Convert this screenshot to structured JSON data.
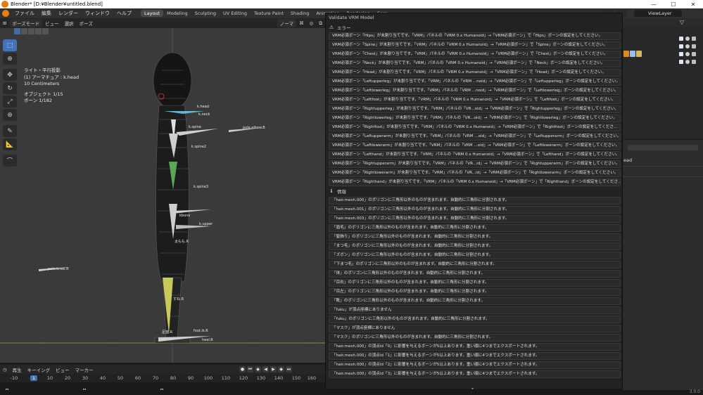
{
  "window": {
    "title": "Blender* [D:¥Blender¥untitled.blend]",
    "controls": [
      "—",
      "☐",
      "✕"
    ]
  },
  "menubar": {
    "menus": [
      "ファイル",
      "編集",
      "レンダー",
      "ウィンドウ",
      "ヘルプ"
    ],
    "workspaces": [
      "Layout",
      "Modeling",
      "Sculpting",
      "UV Editing",
      "Texture Paint",
      "Shading",
      "Animation",
      "Rendering",
      "Com"
    ],
    "active_workspace": "Layout",
    "view_layer": "ViewLayer"
  },
  "viewport_header": {
    "mode": "ポーズモード",
    "items": [
      "ビュー",
      "選択",
      "ポーズ"
    ],
    "orientation": "ノーマ"
  },
  "viewport_info": {
    "view": "ライト・平行投影",
    "object": "(1) アーマチュア : k.head",
    "scale": "10 Centimeters",
    "objects": "オブジェクト  1/15",
    "bones": "ボーン        1/182"
  },
  "bone_labels": [
    "k.head",
    "k.neck",
    "pole.elbow.B",
    "k.spine",
    "k.spine2",
    "k.spine3",
    "kbone",
    "k.upper",
    "太もも.R",
    "すね.R",
    "足首.R",
    "foot.ik.R",
    "heel.R",
    "pole.knee.R"
  ],
  "timeline": {
    "playback": "再生",
    "keying": "キーイング",
    "view": "ビュー",
    "marker": "マーカー",
    "ticks": [
      "-10",
      "1",
      "10",
      "20",
      "30",
      "40",
      "50",
      "60",
      "70",
      "80",
      "90",
      "100",
      "110",
      "120",
      "130",
      "140",
      "150",
      "160"
    ],
    "current_frame": "1"
  },
  "dialog": {
    "title": "Validate VRM Model",
    "error_header": "エラー",
    "errors": [
      "VRM必須ボーン「Hips」が未割り当てです。「VRM」パネルの「VRM 0.x Humanoid」→「VRM必須ボーン」で「Hips」ボーンの設定をしてください。",
      "VRM必須ボーン「Spine」が未割り当てです。「VRM」パネルの「VRM 0.x Humanoid」→「VRM必須ボーン」で「Spine」ボーンの設定をしてください。",
      "VRM必須ボーン「Chest」が未割り当てです。「VRM」パネルの「VRM 0.x Humanoid」→「VRM必須ボーン」で「Chest」ボーンの設定をしてください。",
      "VRM必須ボーン「Neck」が未割り当てです。「VRM」パネルの「VRM 0.x Humanoid」→「VRM必須ボーン」で「Neck」ボーンの設定をしてください。",
      "VRM必須ボーン「Head」が未割り当てです。「VRM」パネルの「VRM 0.x Humanoid」→「VRM必須ボーン」で「Head」ボーンの設定をしてください。",
      "VRM必須ボーン「Leftupperleg」が未割り当てです。「VRM」パネルの「VRM ...noid」→「VRM必須ボーン」で「Leftupperleg」ボーンの設定をしてください。",
      "VRM必須ボーン「Leftlowerleg」が未割り当てです。「VRM」パネルの「VRM ...noid」→「VRM必須ボーン」で「Leftlowerleg」ボーンの設定をしてください。",
      "VRM必須ボーン「Leftfoot」が未割り当てです。「VRM」パネルの「VRM 0.x Humanoid」→「VRM必須ボーン」で「Leftfoot」ボーンの設定をしてください。",
      "VRM必須ボーン「Rightupperleg」が未割り当てです。「VRM」パネルの「VR...oid」→「VRM必須ボーン」で「Rightupperleg」ボーンの設定をしてください。",
      "VRM必須ボーン「Rightlowerleg」が未割り当てです。「VRM」パネルの「VR...oid」→「VRM必須ボーン」で「Rightlowerleg」ボーンの設定をしてください。",
      "VRM必須ボーン「Rightfoot」が未割り当てです。「VRM」パネルの「VRM 0.x Humanoid」→「VRM必須ボーン」で「Rightfoot」ボーンの設定をしてくださ...",
      "VRM必須ボーン「Leftupperarm」が未割り当てです。「VRM」パネルの「VRM ...oid」→「VRM必須ボーン」で「Leftupperarm」ボーンの設定をしてください。",
      "VRM必須ボーン「Leftlowerarm」が未割り当てです。「VRM」パネルの「VRM ...oid」→「VRM必須ボーン」で「Leftlowerarm」ボーンの設定をしてください。",
      "VRM必須ボーン「Lefthand」が未割り当てです。「VRM」パネルの「VRM 0.x Humanoid」→「VRM必須ボーン」で「Lefthand」ボーンの設定をしてください。",
      "VRM必須ボーン「Rightupperarm」が未割り当てです。「VRM」パネルの「VR...id」→「VRM必須ボーン」で「Rightupperarm」ボーンの設定をしてください。",
      "VRM必須ボーン「Rightlowerarm」が未割り当てです。「VRM」パネルの「VR...id」→「VRM必須ボーン」で「Rightlowerarm」ボーンの設定をしてください。",
      "VRM必須ボーン「Righthand」が未割り当てです。「VRM」パネルの「VRM 0.x Humanoid」→「VRM必須ボーン」で「Righthand」ボーンの設定をしてくださ..."
    ],
    "info_header": "情報",
    "infos": [
      "「hair.mesh.000」のポリゴンに三角形以外のものが含まれます。自動的に三角形に分割されます。",
      "「hair.mesh.001」のポリゴンに三角形以外のものが含まれます。自動的に三角形に分割されます。",
      "「hair.mesh.003」のポリゴンに三角形以外のものが含まれます。自動的に三角形に分割されます。",
      "「眉毛」のポリゴンに三角形以外のものが含まれます。自動的に三角形に分割されます。",
      "「髪飾り」のポリゴンに三角形以外のものが含まれます。自動的に三角形に分割されます。",
      "「まつ毛」のポリゴンに三角形以外のものが含まれます。自動的に三角形に分割されます。",
      "「ズボン」のポリゴンに三角形以外のものが含まれます。自動的に三角形に分割されます。",
      "「下まつ毛」のポリゴンに三角形以外のものが含まれます。自動的に三角形に分割されます。",
      "「体」のポリゴンに三角形以外のものが含まれます。自動的に三角形に分割されます。",
      "「目右」のポリゴンに三角形以外のものが含まれます。自動的に三角形に分割されます。",
      "「目左」のポリゴンに三角形以外のものが含まれます。自動的に三角形に分割されます。",
      "「靴」のポリゴンに三角形以外のものが含まれます。自動的に三角形に分割されます。",
      "「fuku」が頂点座標にありません",
      "「fuku」のポリゴンに三角形以外のものが含まれます。自動的に三角形に分割されます。",
      "「マスク」が頂点座標にありません",
      "「マスク」のポリゴンに三角形以外のものが含まれます。自動的に三角形に分割されます。",
      "「hair.mesh.000」の頂点id「0」に影響を与えるボーンが5以上あります。重い順に4つまでエクスポートされます。",
      "「hair.mesh.000」の頂点id「1」に影響を与えるボーンが5以上あります。重い順に4つまでエクスポートされます。",
      "「hair.mesh.000」の頂点id「2」に影響を与えるボーンが5以上あります。重い順に4つまでエクスポートされます。",
      "「hair.mesh.000」の頂点id「3」に影響を与えるボーンが5以上あります。重い順に4つまでエクスポートされます。"
    ]
  },
  "right_panel": {
    "prop_label": "ead"
  },
  "status": {
    "version": "3.0.0"
  },
  "colors": {
    "accent": "#4772b3",
    "bone_selected": "#6fd0e6",
    "bone_green": "#5aa65a",
    "bone_yellow": "#c9c85a"
  },
  "icons": {
    "warning": "warning-icon",
    "info": "info-icon"
  }
}
